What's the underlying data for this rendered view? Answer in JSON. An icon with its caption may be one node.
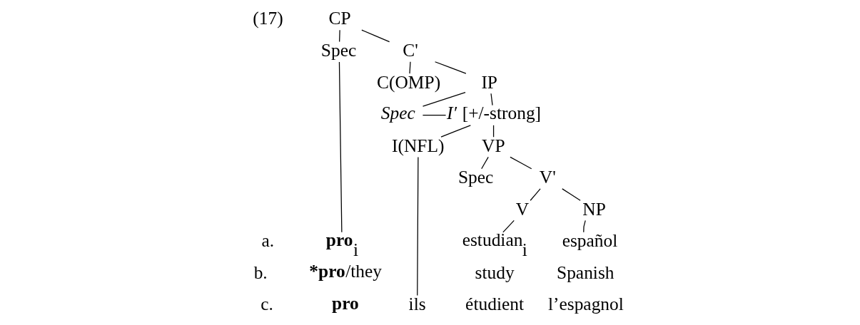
{
  "diagram": {
    "nodes": [
      {
        "text": [
          "CP"
        ]
      },
      {
        "text": [
          "Spec"
        ]
      },
      {
        "text": [
          "C'"
        ]
      },
      {
        "text": [
          "C(OMP)"
        ]
      },
      {
        "text": [
          "IP"
        ]
      },
      {
        "text": [
          "*Spec*"
        ]
      },
      {
        "text": [
          "*I′* [+/-strong]"
        ]
      },
      {
        "text": [
          "I(NFL)"
        ]
      },
      {
        "text": [
          "VP"
        ]
      },
      {
        "text": [
          "Spec"
        ]
      },
      {
        "text": [
          "V'"
        ]
      },
      {
        "text": [
          "V"
        ]
      },
      {
        "text": [
          "NP"
        ]
      },
      {
        "text": [
          "**pro**$_{i}$"
        ]
      },
      {
        "text": [
          "estudian$_{i}$"
        ]
      },
      {
        "text": [
          "español"
        ]
      },
      {
        "text": [
          "ils"
        ]
      }
    ],
    "edges": [
      {
        "from": 0,
        "to": 1,
        "arrow": "none"
      },
      {
        "from": 0,
        "to": 2,
        "arrow": "none"
      },
      {
        "from": 2,
        "to": 3,
        "arrow": "none"
      },
      {
        "from": 2,
        "to": 4,
        "arrow": "none"
      },
      {
        "from": 4,
        "to": 5,
        "arrow": "none"
      },
      {
        "from": 4,
        "to": 6,
        "arrow": "none"
      },
      {
        "from": 5,
        "to": 6,
        "arrow": "none"
      },
      {
        "from": 6,
        "to": 7,
        "arrow": "none"
      },
      {
        "from": 6,
        "to": 8,
        "arrow": "none"
      },
      {
        "from": 8,
        "to": 9,
        "arrow": "none"
      },
      {
        "from": 8,
        "to": 10,
        "arrow": "none"
      },
      {
        "from": 10,
        "to": 11,
        "arrow": "none"
      },
      {
        "from": 10,
        "to": 12,
        "arrow": "none"
      },
      {
        "from": 1,
        "to": 13,
        "arrow": "none"
      },
      {
        "from": 7,
        "to": 16,
        "arrow": "none"
      },
      {
        "from": 11,
        "to": 14,
        "arrow": "none"
      },
      {
        "from": 12,
        "to": 15,
        "arrow": "none"
      }
    ],
    "labels": [
      "(17)",
      "a.",
      "b.",
      "***pro**/they",
      "study",
      "Spanish",
      "c.",
      "**pro**",
      "étudient",
      "l’espagnol"
    ]
  }
}
